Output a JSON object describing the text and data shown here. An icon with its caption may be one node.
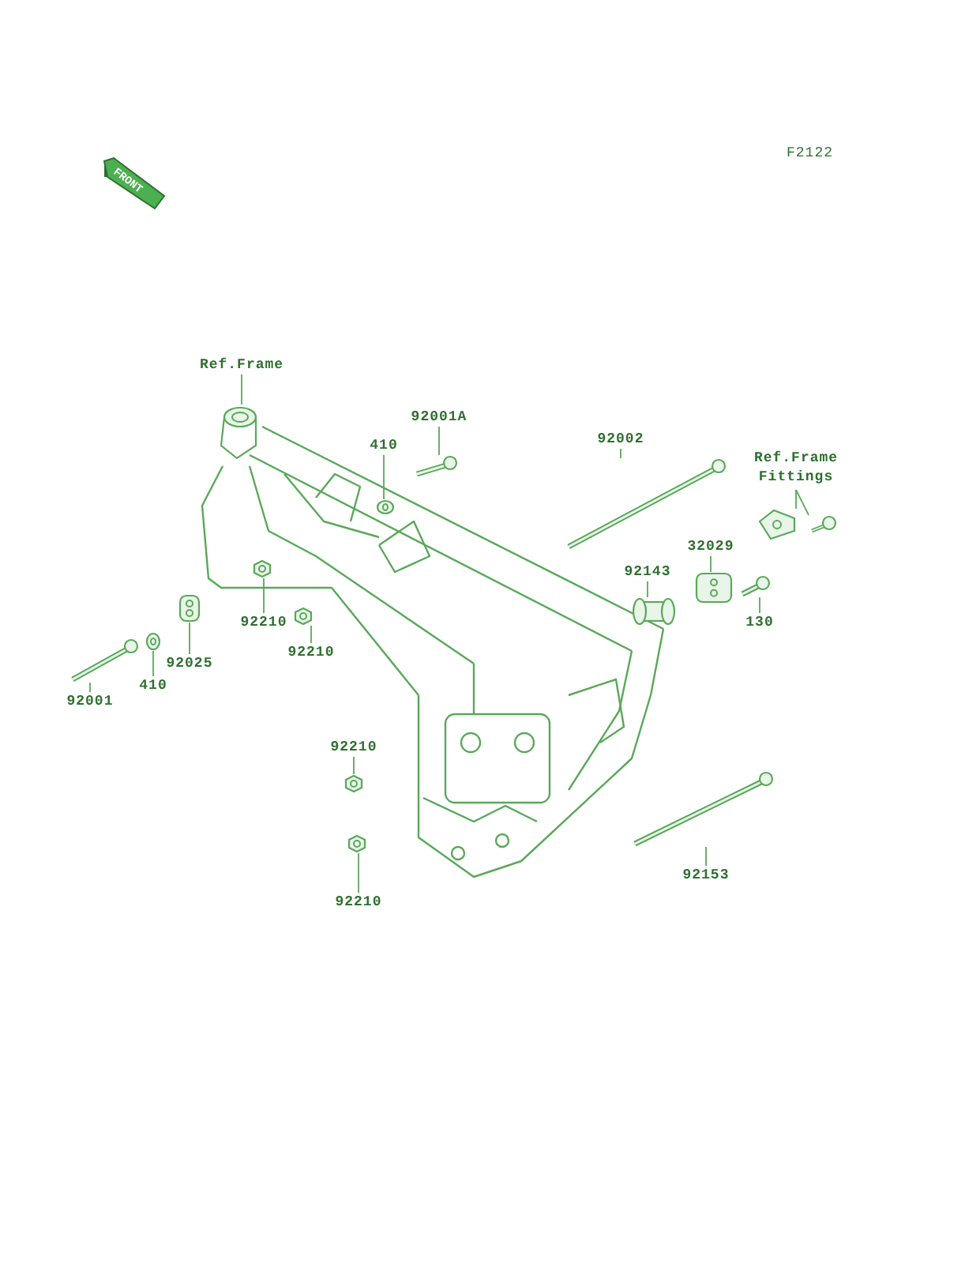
{
  "diagram": {
    "nodes": [
      {
        "text": [
          "Ref.Frame"
        ]
      },
      {
        "text": [
          "92001A"
        ]
      },
      {
        "text": [
          "410"
        ]
      },
      {
        "text": [
          "92002"
        ]
      },
      {
        "text": [
          "Ref.Frame Fittings"
        ]
      },
      {
        "text": [
          "32029"
        ]
      },
      {
        "text": [
          "92143"
        ]
      },
      {
        "text": [
          "130"
        ]
      },
      {
        "text": [
          "92210"
        ]
      },
      {
        "text": [
          "92210"
        ]
      },
      {
        "text": [
          "92025"
        ]
      },
      {
        "text": [
          "410"
        ]
      },
      {
        "text": [
          "92001"
        ]
      },
      {
        "text": [
          "92210"
        ]
      },
      {
        "text": [
          "92210"
        ]
      },
      {
        "text": [
          "92153"
        ]
      },
      {
        "text": [],
        "shape": "picture"
      },
      {
        "text": [],
        "shape": "bolt"
      },
      {
        "text": [],
        "shape": "washer"
      },
      {
        "text": [],
        "shape": "bolt"
      },
      {
        "text": [],
        "shape": "bracket"
      },
      {
        "text": [],
        "shape": "screw"
      },
      {
        "text": [],
        "shape": "plate"
      },
      {
        "text": [],
        "shape": "collar"
      },
      {
        "text": [],
        "shape": "bolt"
      },
      {
        "text": [],
        "shape": "nut"
      },
      {
        "text": [],
        "shape": "nut"
      },
      {
        "text": [],
        "shape": "plate"
      },
      {
        "text": [],
        "shape": "washer"
      },
      {
        "text": [],
        "shape": "bolt"
      },
      {
        "text": [],
        "shape": "nut"
      },
      {
        "text": [],
        "shape": "nut"
      },
      {
        "text": [],
        "shape": "bolt"
      }
    ],
    "edges": [
      {
        "from": 0,
        "to": 16,
        "arrow": "none"
      },
      {
        "from": 1,
        "to": 17,
        "arrow": "none"
      },
      {
        "from": 2,
        "to": 18,
        "arrow": "none"
      },
      {
        "from": 3,
        "to": 19,
        "arrow": "none"
      },
      {
        "from": 4,
        "to": 20,
        "arrow": "none"
      },
      {
        "from": 4,
        "to": 21,
        "arrow": "none"
      },
      {
        "from": 5,
        "to": 22,
        "arrow": "none"
      },
      {
        "from": 6,
        "to": 23,
        "arrow": "none"
      },
      {
        "from": 7,
        "to": 24,
        "arrow": "none"
      },
      {
        "from": 8,
        "to": 25,
        "arrow": "none"
      },
      {
        "from": 9,
        "to": 26,
        "arrow": "none"
      },
      {
        "from": 10,
        "to": 27,
        "arrow": "none"
      },
      {
        "from": 11,
        "to": 28,
        "arrow": "none"
      },
      {
        "from": 12,
        "to": 29,
        "arrow": "none"
      },
      {
        "from": 13,
        "to": 30,
        "arrow": "none"
      },
      {
        "from": 14,
        "to": 31,
        "arrow": "none"
      },
      {
        "from": 15,
        "to": 32,
        "arrow": "none"
      }
    ],
    "labels": [
      "F2122",
      "FRONT"
    ]
  }
}
